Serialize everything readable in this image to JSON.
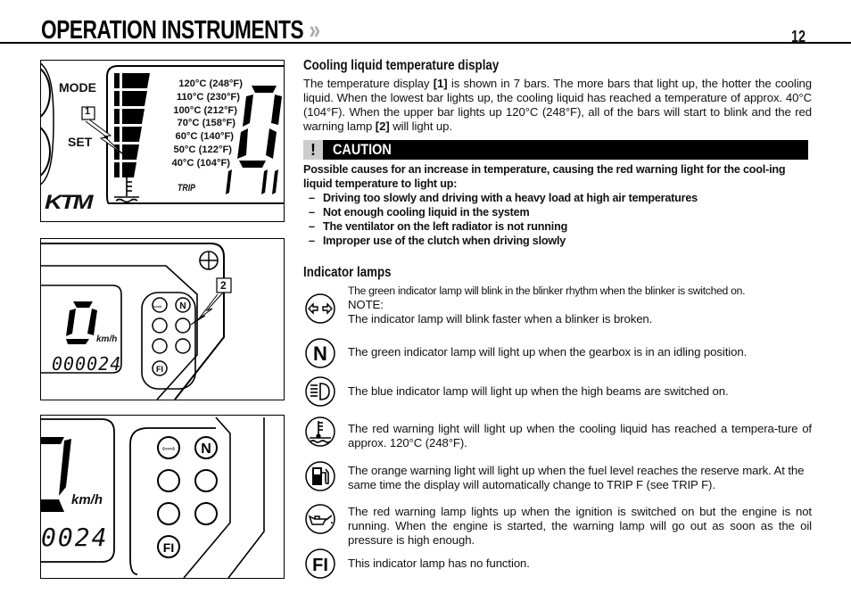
{
  "header": {
    "title": "OPERATION INSTRUMENTS",
    "chevron": "»",
    "page_number": "12"
  },
  "figures": {
    "fig1": {
      "labels": {
        "mode": "MODE",
        "set": "SET",
        "trip": "TRIP",
        "brand": "KTM",
        "callout": "1"
      },
      "temperature_scale": [
        "120°C  (248°F)",
        "110°C  (230°F)",
        "100°C  (212°F)",
        "70°C  (158°F)",
        "60°C  (140°F)",
        "50°C  (122°F)",
        "40°C  (104°F)"
      ]
    },
    "fig2": {
      "speed": "0",
      "unit": "km/h",
      "odometer": "000024",
      "callout": "2",
      "lamps": [
        "blinker",
        "neutral",
        "high-beam",
        "coolant-temp",
        "fuel",
        "oil-pressure",
        "FI"
      ]
    },
    "fig3": {
      "unit": "km/h",
      "odometer": "0024",
      "lamps": [
        "blinker",
        "neutral",
        "high-beam",
        "coolant-temp",
        "fuel",
        "oil-pressure",
        "FI"
      ]
    }
  },
  "cooling": {
    "heading": "Cooling liquid temperature display",
    "p1_a": "The temperature display ",
    "p1_ref1": "[1]",
    "p1_b": " is shown in 7 bars. The more bars that light up, the hotter the cooling liquid. When the lowest bar lights up, the cooling liquid has reached a temperature of approx. 40°C (104°F). When the upper bar lights up 120°C (248°F), all of the bars will start to blink and the red warning lamp ",
    "p1_ref2": "[2]",
    "p1_c": " will light up."
  },
  "caution": {
    "icon": "!",
    "label": "CAUTION",
    "intro": "Possible causes for an increase in temperature, causing the red warning light for the cool-ing liquid temperature to light up:",
    "items": [
      "Driving too slowly and driving with a heavy load at high air temperatures",
      "Not enough cooling liquid in the system",
      "The ventilator on the left radiator is not running",
      "Improper use of the clutch when driving slowly"
    ]
  },
  "indicators": {
    "heading": "Indicator lamps",
    "lamps": [
      {
        "icon": "blinker-icon",
        "lines": [
          "The green indicator lamp will blink in the blinker rhythm when the blinker is switched on.",
          "NOTE:",
          "The indicator lamp will blink faster when a blinker is broken."
        ]
      },
      {
        "icon": "neutral-icon",
        "glyph": "N",
        "lines": [
          "The green indicator lamp will light up when the gearbox is in an idling position."
        ]
      },
      {
        "icon": "high-beam-icon",
        "lines": [
          "The blue indicator lamp will light up when the high beams are switched on."
        ]
      },
      {
        "icon": "coolant-temperature-icon",
        "lines": [
          "The red warning light will light up when the cooling liquid has reached a tempera-ture of approx. 120°C (248°F)."
        ]
      },
      {
        "icon": "fuel-icon",
        "lines": [
          "The orange warning light will light up when the fuel level reaches the reserve mark. At the same time the display will automatically change to TRIP F (see TRIP F)."
        ]
      },
      {
        "icon": "oil-pressure-icon",
        "lines": [
          "The red warning lamp lights up when the ignition is switched on but the engine is not running. When the engine is started, the warning lamp will go out as soon as the oil pressure is high enough."
        ]
      },
      {
        "icon": "fi-icon",
        "glyph": "FI",
        "lines": [
          "This indicator lamp has no function."
        ]
      }
    ]
  }
}
